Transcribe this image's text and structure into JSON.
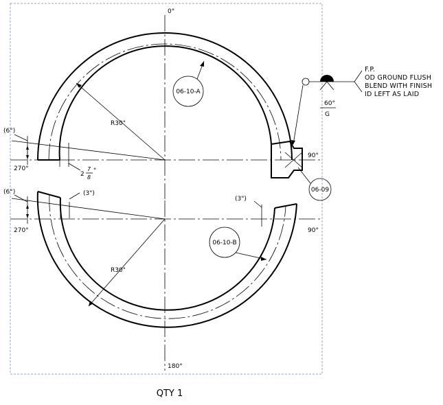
{
  "angles": {
    "top": "0°",
    "right_upper": "90°",
    "right_lower": "90°",
    "left_upper": "270°",
    "left_lower": "270°",
    "bottom": "180°"
  },
  "radius_upper": "R30\"",
  "radius_lower": "R30\"",
  "dim_offset": {
    "prefix": "2",
    "num": "7",
    "den": "8",
    "suffix": "\""
  },
  "tilt_upper_left": "(6°)",
  "tilt_lower_left": "(6°)",
  "tilt_lower_mid": "(3\")",
  "tilt_lower_right": "(3\")",
  "balloons": {
    "upper_pipe": "06-10-A",
    "lower_pipe": "06-10-B",
    "tee": "06-09"
  },
  "weld": {
    "angle": "60°",
    "process": "G",
    "notes": [
      "F.P.",
      "OD GROUND FLUSH",
      "BLEND WITH FINISH",
      "ID LEFT AS LAID"
    ]
  },
  "caption": "QTY 1"
}
